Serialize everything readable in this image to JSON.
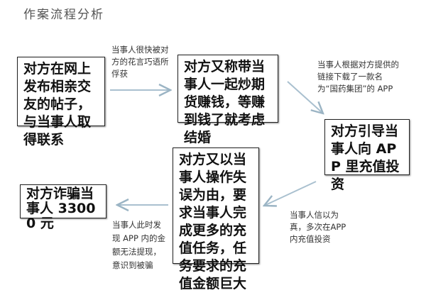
{
  "title": "作案流程分析",
  "steps": [
    "对方在网上发布相亲交友的帖子，与当事人取得联系",
    "对方又称带当事人一起炒期货赚钱，等赚到钱了就考虑结婚",
    "对方引导当事人向 APP 里充值投资",
    "对方又以当事人操作失误为由，要求当事人完成更多的充值任务，任务要求的充值金额巨大",
    "对方诈骗当事人 33000 元"
  ],
  "notes": [
    "当事人很快被对方的花言巧语所俘获",
    "当事人根据对方提供的链接下载了一款名为“国药集团”的 APP",
    "当事人信以为真，多次在APP内充值投资",
    "当事人此时发现 APP 内的金额无法提现，意识到被骗"
  ]
}
